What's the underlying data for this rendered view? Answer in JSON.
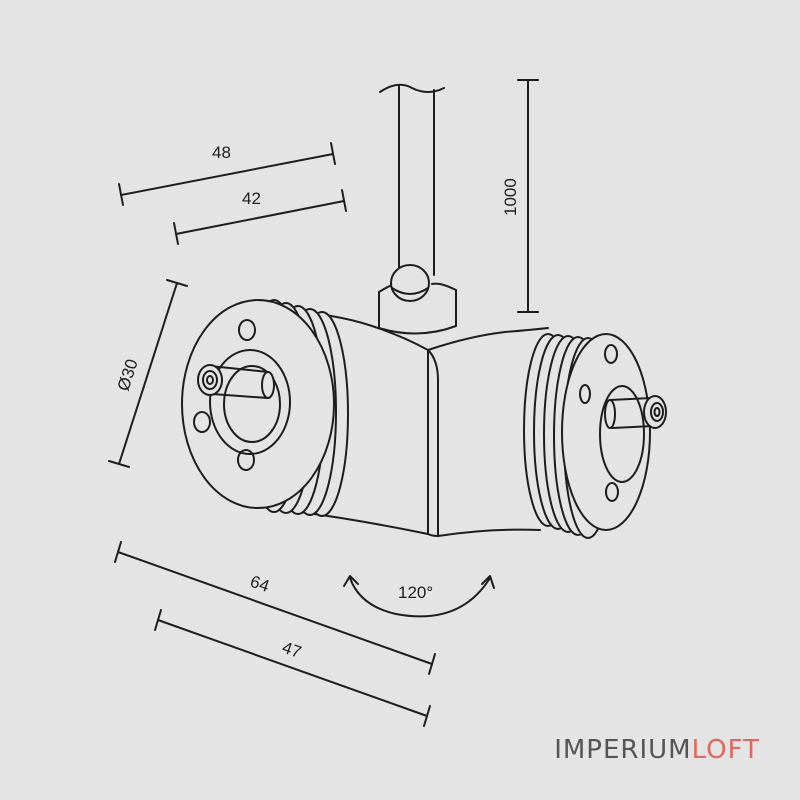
{
  "dimensions": {
    "d48": "48",
    "d42": "42",
    "d1000": "1000",
    "d30": "Ø30",
    "d64": "64",
    "d47": "47",
    "angle": "120°"
  },
  "brand": {
    "part1": "IMPERIUM",
    "part2": "LOFT"
  },
  "colors": {
    "background": "#e4e4e4",
    "line": "#1d1d1d",
    "brand_gray": "#555555",
    "brand_accent": "#e0685e"
  }
}
